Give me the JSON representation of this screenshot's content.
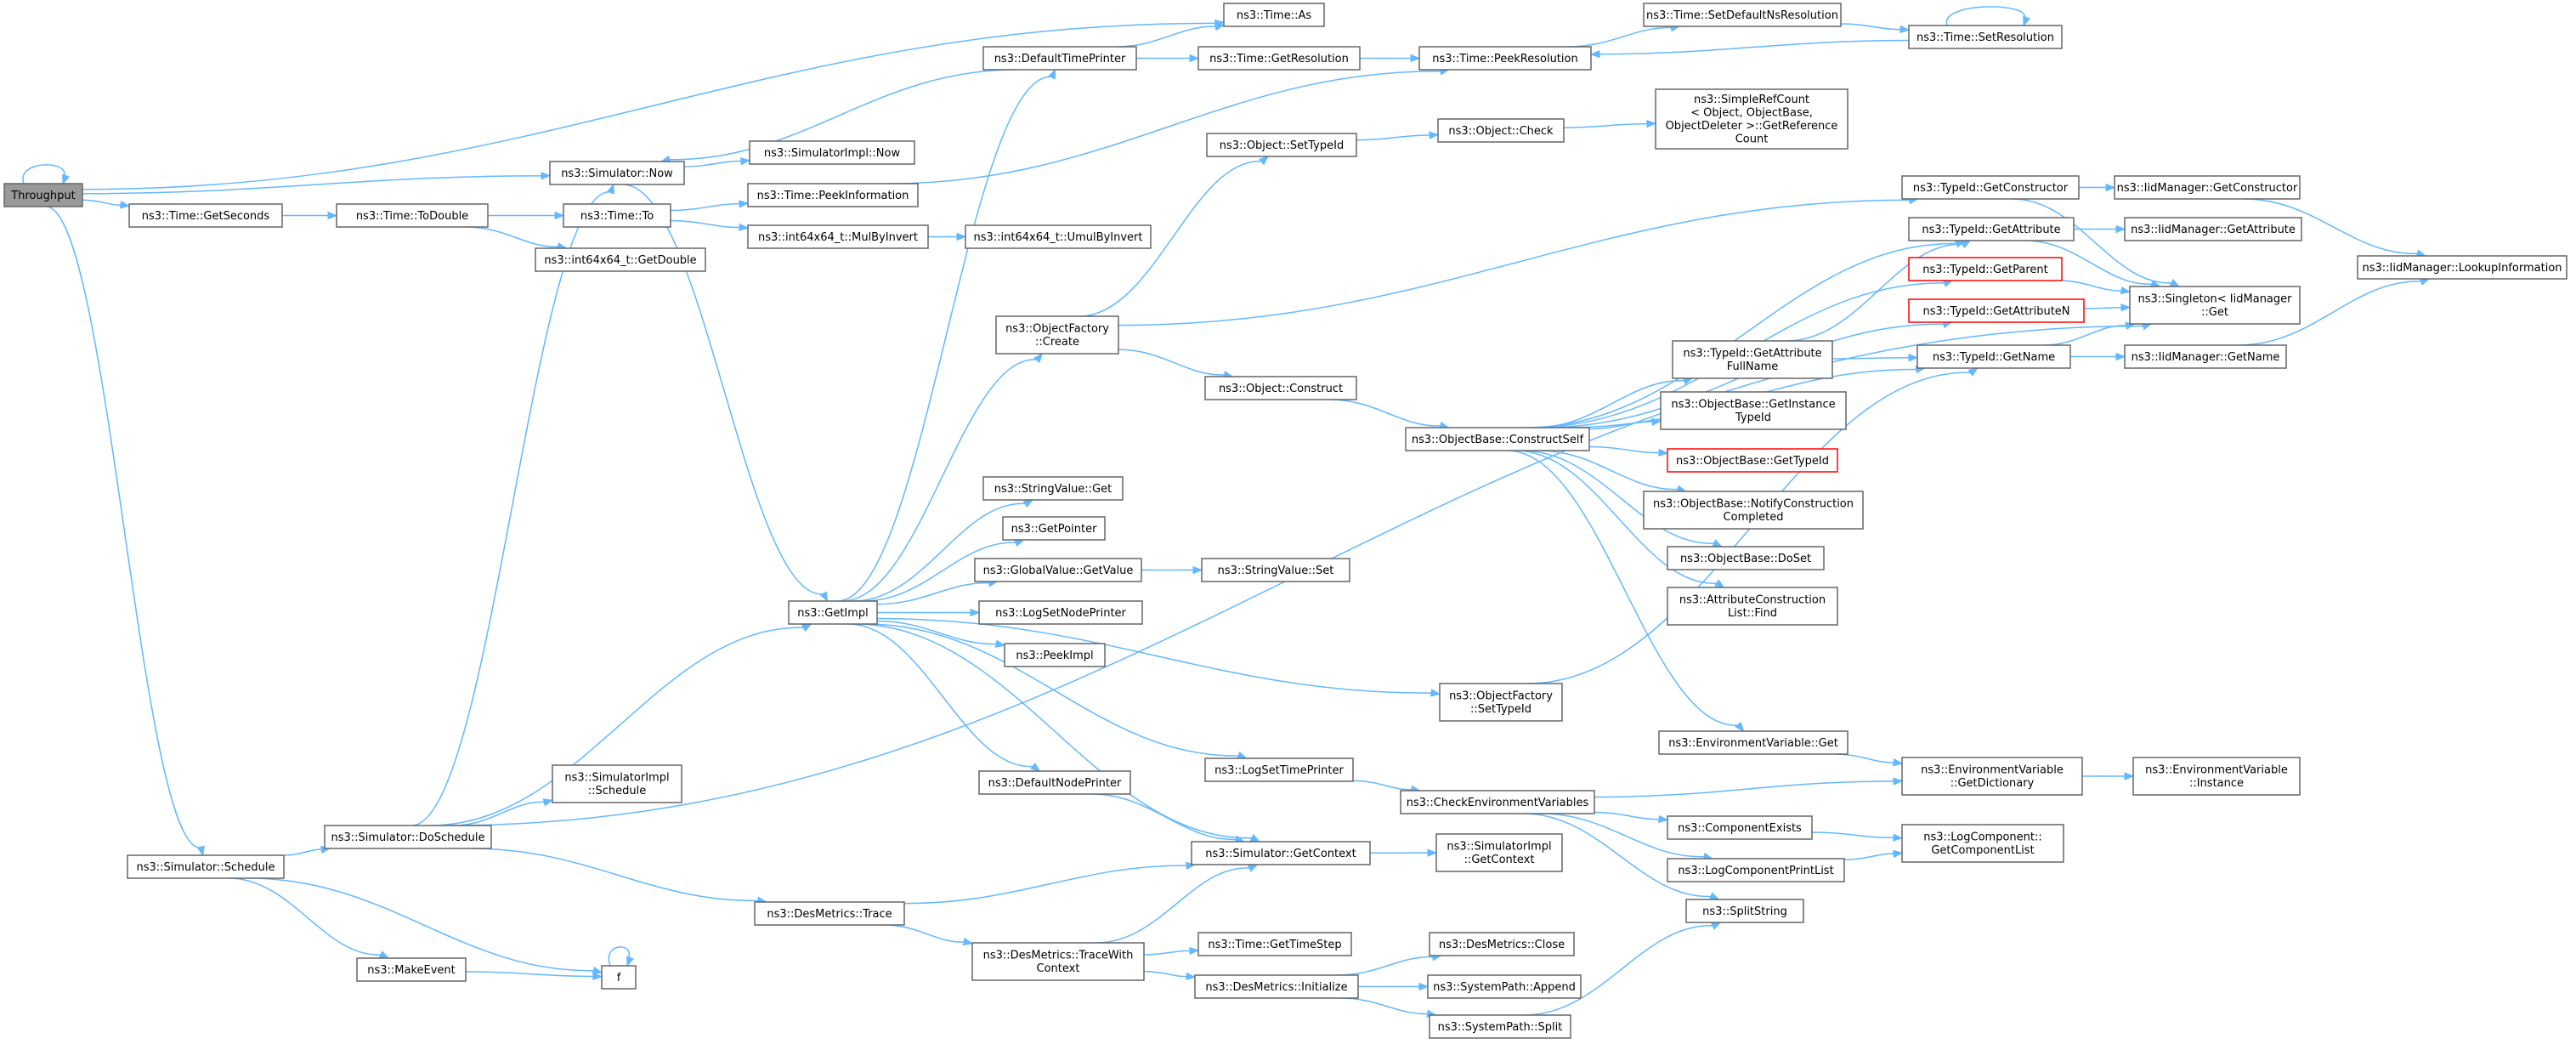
{
  "graph": {
    "colors": {
      "edge": "#63b8ff",
      "node_border": "#666666",
      "root_fill": "#999999",
      "undocumented_border": "#ff0000"
    },
    "nodes": [
      {
        "id": "throughput",
        "lines": [
          "Throughput"
        ],
        "root": true
      },
      {
        "id": "time_getseconds",
        "lines": [
          "ns3::Time::GetSeconds"
        ]
      },
      {
        "id": "time_todouble",
        "lines": [
          "ns3::Time::ToDouble"
        ]
      },
      {
        "id": "time_to",
        "lines": [
          "ns3::Time::To"
        ]
      },
      {
        "id": "int64_getdouble",
        "lines": [
          "ns3::int64x64_t::GetDouble"
        ]
      },
      {
        "id": "sim_now",
        "lines": [
          "ns3::Simulator::Now"
        ]
      },
      {
        "id": "simimpl_now",
        "lines": [
          "ns3::SimulatorImpl::Now"
        ]
      },
      {
        "id": "time_peekinfo",
        "lines": [
          "ns3::Time::PeekInformation"
        ]
      },
      {
        "id": "int64_mulbyinvert",
        "lines": [
          "ns3::int64x64_t::MulByInvert"
        ]
      },
      {
        "id": "int64_umulbyinvert",
        "lines": [
          "ns3::int64x64_t::UmulByInvert"
        ]
      },
      {
        "id": "time_as",
        "lines": [
          "ns3::Time::As"
        ]
      },
      {
        "id": "default_time_printer",
        "lines": [
          "ns3::DefaultTimePrinter"
        ]
      },
      {
        "id": "time_getresolution",
        "lines": [
          "ns3::Time::GetResolution"
        ]
      },
      {
        "id": "time_peekresolution",
        "lines": [
          "ns3::Time::PeekResolution"
        ]
      },
      {
        "id": "time_setdefaultns",
        "lines": [
          "ns3::Time::SetDefaultNsResolution"
        ]
      },
      {
        "id": "time_setresolution",
        "lines": [
          "ns3::Time::SetResolution"
        ]
      },
      {
        "id": "object_settypeid",
        "lines": [
          "ns3::Object::SetTypeId"
        ]
      },
      {
        "id": "object_check",
        "lines": [
          "ns3::Object::Check"
        ]
      },
      {
        "id": "simplerefcount",
        "lines": [
          "ns3::SimpleRefCount",
          "< Object, ObjectBase,",
          "ObjectDeleter >::GetReference",
          "Count"
        ]
      },
      {
        "id": "objfactory_create",
        "lines": [
          "ns3::ObjectFactory",
          "::Create"
        ]
      },
      {
        "id": "object_construct",
        "lines": [
          "ns3::Object::Construct"
        ]
      },
      {
        "id": "objbase_constructself",
        "lines": [
          "ns3::ObjectBase::ConstructSelf"
        ]
      },
      {
        "id": "typeid_getconstructor",
        "lines": [
          "ns3::TypeId::GetConstructor"
        ]
      },
      {
        "id": "iidmgr_getconstructor",
        "lines": [
          "ns3::IidManager::GetConstructor"
        ]
      },
      {
        "id": "typeid_getattribute",
        "lines": [
          "ns3::TypeId::GetAttribute"
        ]
      },
      {
        "id": "iidmgr_getattribute",
        "lines": [
          "ns3::IidManager::GetAttribute"
        ]
      },
      {
        "id": "typeid_getparent",
        "lines": [
          "ns3::TypeId::GetParent"
        ],
        "red": true
      },
      {
        "id": "typeid_getattributen",
        "lines": [
          "ns3::TypeId::GetAttributeN"
        ],
        "red": true
      },
      {
        "id": "singleton_get",
        "lines": [
          "ns3::Singleton< IidManager",
          "::Get"
        ]
      },
      {
        "id": "iidmgr_lookupinfo",
        "lines": [
          "ns3::IidManager::LookupInformation"
        ]
      },
      {
        "id": "typeid_getattrfullname",
        "lines": [
          "ns3::TypeId::GetAttribute",
          "FullName"
        ]
      },
      {
        "id": "typeid_getname",
        "lines": [
          "ns3::TypeId::GetName"
        ]
      },
      {
        "id": "iidmgr_getname",
        "lines": [
          "ns3::IidManager::GetName"
        ]
      },
      {
        "id": "objbase_getinstancetypeid",
        "lines": [
          "ns3::ObjectBase::GetInstance",
          "TypeId"
        ]
      },
      {
        "id": "objbase_gettypeid",
        "lines": [
          "ns3::ObjectBase::GetTypeId"
        ],
        "red": true
      },
      {
        "id": "objbase_notifyconstruction",
        "lines": [
          "ns3::ObjectBase::NotifyConstruction",
          "Completed"
        ]
      },
      {
        "id": "objbase_doset",
        "lines": [
          "ns3::ObjectBase::DoSet"
        ]
      },
      {
        "id": "attrconstruction_find",
        "lines": [
          "ns3::AttributeConstruction",
          "List::Find"
        ]
      },
      {
        "id": "stringvalue_get",
        "lines": [
          "ns3::StringValue::Get"
        ]
      },
      {
        "id": "getpointer",
        "lines": [
          "ns3::GetPointer"
        ]
      },
      {
        "id": "globalvalue_getvalue",
        "lines": [
          "ns3::GlobalValue::GetValue"
        ]
      },
      {
        "id": "stringvalue_set",
        "lines": [
          "ns3::StringValue::Set"
        ]
      },
      {
        "id": "getimpl",
        "lines": [
          "ns3::GetImpl"
        ]
      },
      {
        "id": "logsetnodeprinter",
        "lines": [
          "ns3::LogSetNodePrinter"
        ]
      },
      {
        "id": "peekimpl",
        "lines": [
          "ns3::PeekImpl"
        ]
      },
      {
        "id": "objfactory_settypeid",
        "lines": [
          "ns3::ObjectFactory",
          "::SetTypeId"
        ]
      },
      {
        "id": "envvar_get",
        "lines": [
          "ns3::EnvironmentVariable::Get"
        ]
      },
      {
        "id": "logsettimeprinter",
        "lines": [
          "ns3::LogSetTimePrinter"
        ]
      },
      {
        "id": "envvar_getdictionary",
        "lines": [
          "ns3::EnvironmentVariable",
          "::GetDictionary"
        ]
      },
      {
        "id": "envvar_instance",
        "lines": [
          "ns3::EnvironmentVariable",
          "::Instance"
        ]
      },
      {
        "id": "check_envvars",
        "lines": [
          "ns3::CheckEnvironmentVariables"
        ]
      },
      {
        "id": "componentexists",
        "lines": [
          "ns3::ComponentExists"
        ]
      },
      {
        "id": "logcomponent_getlist",
        "lines": [
          "ns3::LogComponent::",
          "GetComponentList"
        ]
      },
      {
        "id": "logcomponent_printlist",
        "lines": [
          "ns3::LogComponentPrintList"
        ]
      },
      {
        "id": "splitstring",
        "lines": [
          "ns3::SplitString"
        ]
      },
      {
        "id": "default_node_printer",
        "lines": [
          "ns3::DefaultNodePrinter"
        ]
      },
      {
        "id": "simimpl_schedule",
        "lines": [
          "ns3::SimulatorImpl",
          "::Schedule"
        ]
      },
      {
        "id": "sim_doschedule",
        "lines": [
          "ns3::Simulator::DoSchedule"
        ]
      },
      {
        "id": "sim_schedule",
        "lines": [
          "ns3::Simulator::Schedule"
        ]
      },
      {
        "id": "sim_getcontext",
        "lines": [
          "ns3::Simulator::GetContext"
        ]
      },
      {
        "id": "simimpl_getcontext",
        "lines": [
          "ns3::SimulatorImpl",
          "::GetContext"
        ]
      },
      {
        "id": "desmetrics_trace",
        "lines": [
          "ns3::DesMetrics::Trace"
        ]
      },
      {
        "id": "makeevent",
        "lines": [
          "ns3::MakeEvent"
        ]
      },
      {
        "id": "f",
        "lines": [
          "f"
        ]
      },
      {
        "id": "desmetrics_tracewithcontext",
        "lines": [
          "ns3::DesMetrics::TraceWith",
          "Context"
        ]
      },
      {
        "id": "time_gettimestep",
        "lines": [
          "ns3::Time::GetTimeStep"
        ]
      },
      {
        "id": "desmetrics_initialize",
        "lines": [
          "ns3::DesMetrics::Initialize"
        ]
      },
      {
        "id": "desmetrics_close",
        "lines": [
          "ns3::DesMetrics::Close"
        ]
      },
      {
        "id": "systempath_append",
        "lines": [
          "ns3::SystemPath::Append"
        ]
      },
      {
        "id": "systempath_split",
        "lines": [
          "ns3::SystemPath::Split"
        ]
      }
    ],
    "edges": [
      [
        "throughput",
        "throughput"
      ],
      [
        "throughput",
        "time_as"
      ],
      [
        "throughput",
        "sim_now"
      ],
      [
        "throughput",
        "time_getseconds"
      ],
      [
        "throughput",
        "sim_schedule"
      ],
      [
        "time_getseconds",
        "time_todouble"
      ],
      [
        "time_todouble",
        "time_to"
      ],
      [
        "time_todouble",
        "int64_getdouble"
      ],
      [
        "time_to",
        "time_peekinfo"
      ],
      [
        "time_to",
        "int64_mulbyinvert"
      ],
      [
        "int64_mulbyinvert",
        "int64_umulbyinvert"
      ],
      [
        "sim_now",
        "simimpl_now"
      ],
      [
        "sim_now",
        "getimpl"
      ],
      [
        "time_peekinfo",
        "time_peekresolution"
      ],
      [
        "default_time_printer",
        "time_as"
      ],
      [
        "default_time_printer",
        "time_getresolution"
      ],
      [
        "default_time_printer",
        "sim_now"
      ],
      [
        "time_getresolution",
        "time_peekresolution"
      ],
      [
        "time_peekresolution",
        "time_setdefaultns"
      ],
      [
        "time_setdefaultns",
        "time_setresolution"
      ],
      [
        "time_setresolution",
        "time_setresolution"
      ],
      [
        "time_setresolution",
        "time_peekresolution"
      ],
      [
        "getimpl",
        "default_time_printer"
      ],
      [
        "getimpl",
        "objfactory_create"
      ],
      [
        "getimpl",
        "stringvalue_get"
      ],
      [
        "getimpl",
        "getpointer"
      ],
      [
        "getimpl",
        "globalvalue_getvalue"
      ],
      [
        "getimpl",
        "logsetnodeprinter"
      ],
      [
        "getimpl",
        "peekimpl"
      ],
      [
        "getimpl",
        "objfactory_settypeid"
      ],
      [
        "getimpl",
        "logsettimeprinter"
      ],
      [
        "getimpl",
        "default_node_printer"
      ],
      [
        "getimpl",
        "sim_getcontext"
      ],
      [
        "globalvalue_getvalue",
        "stringvalue_set"
      ],
      [
        "objfactory_create",
        "object_settypeid"
      ],
      [
        "objfactory_create",
        "typeid_getconstructor"
      ],
      [
        "objfactory_create",
        "object_construct"
      ],
      [
        "object_settypeid",
        "object_check"
      ],
      [
        "object_check",
        "simplerefcount"
      ],
      [
        "object_construct",
        "objbase_constructself"
      ],
      [
        "objbase_constructself",
        "typeid_getattribute"
      ],
      [
        "objbase_constructself",
        "typeid_getparent"
      ],
      [
        "objbase_constructself",
        "typeid_getattributen"
      ],
      [
        "objbase_constructself",
        "typeid_getattrfullname"
      ],
      [
        "objbase_constructself",
        "objbase_getinstancetypeid"
      ],
      [
        "objbase_constructself",
        "objbase_gettypeid"
      ],
      [
        "objbase_constructself",
        "objbase_notifyconstruction"
      ],
      [
        "objbase_constructself",
        "objbase_doset"
      ],
      [
        "objbase_constructself",
        "attrconstruction_find"
      ],
      [
        "objbase_constructself",
        "typeid_getname"
      ],
      [
        "objbase_constructself",
        "envvar_get"
      ],
      [
        "typeid_getconstructor",
        "iidmgr_getconstructor"
      ],
      [
        "typeid_getconstructor",
        "singleton_get"
      ],
      [
        "typeid_getattribute",
        "iidmgr_getattribute"
      ],
      [
        "typeid_getattribute",
        "singleton_get"
      ],
      [
        "typeid_getparent",
        "singleton_get"
      ],
      [
        "typeid_getattributen",
        "singleton_get"
      ],
      [
        "typeid_getattrfullname",
        "typeid_getattribute"
      ],
      [
        "typeid_getattrfullname",
        "typeid_getname"
      ],
      [
        "typeid_getname",
        "singleton_get"
      ],
      [
        "typeid_getname",
        "iidmgr_getname"
      ],
      [
        "iidmgr_getconstructor",
        "iidmgr_lookupinfo"
      ],
      [
        "iidmgr_getname",
        "iidmgr_lookupinfo"
      ],
      [
        "objfactory_settypeid",
        "typeid_getname"
      ],
      [
        "envvar_get",
        "envvar_getdictionary"
      ],
      [
        "envvar_getdictionary",
        "envvar_instance"
      ],
      [
        "logsettimeprinter",
        "check_envvars"
      ],
      [
        "check_envvars",
        "envvar_getdictionary"
      ],
      [
        "check_envvars",
        "componentexists"
      ],
      [
        "check_envvars",
        "logcomponent_printlist"
      ],
      [
        "check_envvars",
        "splitstring"
      ],
      [
        "componentexists",
        "logcomponent_getlist"
      ],
      [
        "logcomponent_printlist",
        "logcomponent_getlist"
      ],
      [
        "default_node_printer",
        "sim_getcontext"
      ],
      [
        "sim_getcontext",
        "simimpl_getcontext"
      ],
      [
        "sim_schedule",
        "sim_doschedule"
      ],
      [
        "sim_schedule",
        "makeevent"
      ],
      [
        "sim_schedule",
        "f"
      ],
      [
        "sim_doschedule",
        "sim_now"
      ],
      [
        "sim_doschedule",
        "simimpl_schedule"
      ],
      [
        "sim_doschedule",
        "getimpl"
      ],
      [
        "sim_doschedule",
        "desmetrics_trace"
      ],
      [
        "sim_doschedule",
        "singleton_get"
      ],
      [
        "makeevent",
        "f"
      ],
      [
        "f",
        "f"
      ],
      [
        "desmetrics_trace",
        "sim_getcontext"
      ],
      [
        "desmetrics_trace",
        "desmetrics_tracewithcontext"
      ],
      [
        "desmetrics_tracewithcontext",
        "sim_getcontext"
      ],
      [
        "desmetrics_tracewithcontext",
        "time_gettimestep"
      ],
      [
        "desmetrics_tracewithcontext",
        "desmetrics_initialize"
      ],
      [
        "desmetrics_initialize",
        "desmetrics_close"
      ],
      [
        "desmetrics_initialize",
        "systempath_append"
      ],
      [
        "desmetrics_initialize",
        "systempath_split"
      ],
      [
        "systempath_split",
        "splitstring"
      ]
    ]
  }
}
